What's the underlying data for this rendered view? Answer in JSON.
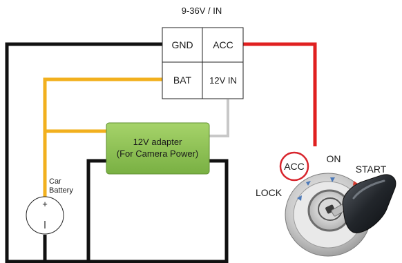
{
  "header": {
    "voltage_range": "9-36V / IN"
  },
  "terminal_block": {
    "gnd_label": "GND",
    "acc_label": "ACC",
    "bat_label": "BAT",
    "in_label": "12V IN"
  },
  "adapter": {
    "line1": "12V adapter",
    "line2": "(For Camera Power)",
    "color": "#8cc04e"
  },
  "battery": {
    "label_line1": "Car",
    "label_line2": "Battery",
    "plus_symbol": "+"
  },
  "ignition": {
    "acc_label": "ACC",
    "on_label": "ON",
    "start_label": "START",
    "lock_label": "LOCK"
  },
  "colors": {
    "ground_wire": "#111111",
    "acc_wire": "#e02020",
    "battery_wire": "#f2b01e",
    "gray_wire": "#c8c8c8",
    "acc_circle": "#d8252d"
  }
}
